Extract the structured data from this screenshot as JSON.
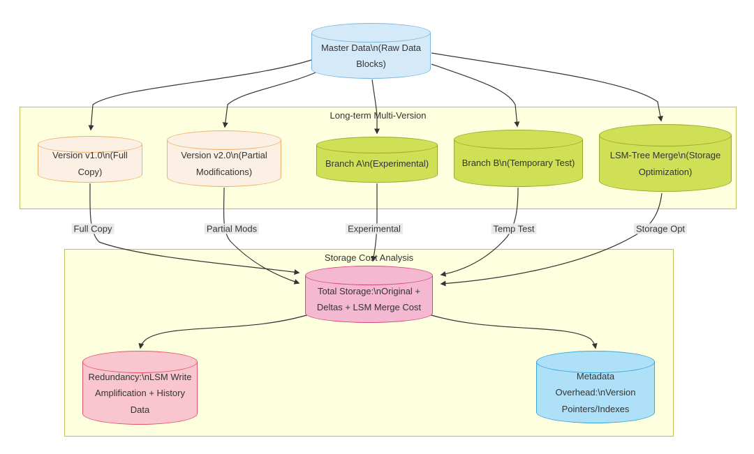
{
  "diagram": {
    "title": "Multi-version storage flow diagram",
    "nodes": {
      "master": {
        "label": "Master Data\\n(Raw Data Blocks)"
      },
      "v1": {
        "label": "Version v1.0\\n(Full Copy)"
      },
      "v2": {
        "label": "Version v2.0\\n(Partial Modifications)"
      },
      "branch_a": {
        "label": "Branch A\\n(Experimental)"
      },
      "branch_b": {
        "label": "Branch B\\n(Temporary Test)"
      },
      "lsm": {
        "label": "LSM-Tree Merge\\n(Storage Optimization)"
      },
      "total": {
        "label": "Total Storage:\\nOriginal + Deltas + LSM Merge Cost"
      },
      "redundancy": {
        "label": "Redundancy:\\nLSM Write Amplification + History Data"
      },
      "metadata": {
        "label": "Metadata Overhead:\\nVersion Pointers/Indexes"
      }
    },
    "subgraphs": [
      {
        "label": "Long-term Multi-Version"
      },
      {
        "label": "Storage Cost Analysis"
      }
    ],
    "edge_labels": [
      "Full Copy",
      "Partial Mods",
      "Experimental",
      "Temp Test",
      "Storage Opt"
    ],
    "palette": {
      "master_fill": "#d5eaf8",
      "master_stroke": "#7ab8e0",
      "version_fill": "#fbf0e3",
      "version_stroke": "#eeb069",
      "branch_fill": "#cfdf56",
      "branch_stroke": "#9aa82b",
      "total_fill": "#f4b8d0",
      "total_stroke": "#d6487e",
      "redundancy_fill": "#f9c6cf",
      "redundancy_stroke": "#e4556a",
      "metadata_fill": "#aee0f7",
      "metadata_stroke": "#35a7dc",
      "subgraph_fill": "#feffde",
      "subgraph_stroke": "#bcbf5e",
      "edge_color": "#333333"
    }
  }
}
